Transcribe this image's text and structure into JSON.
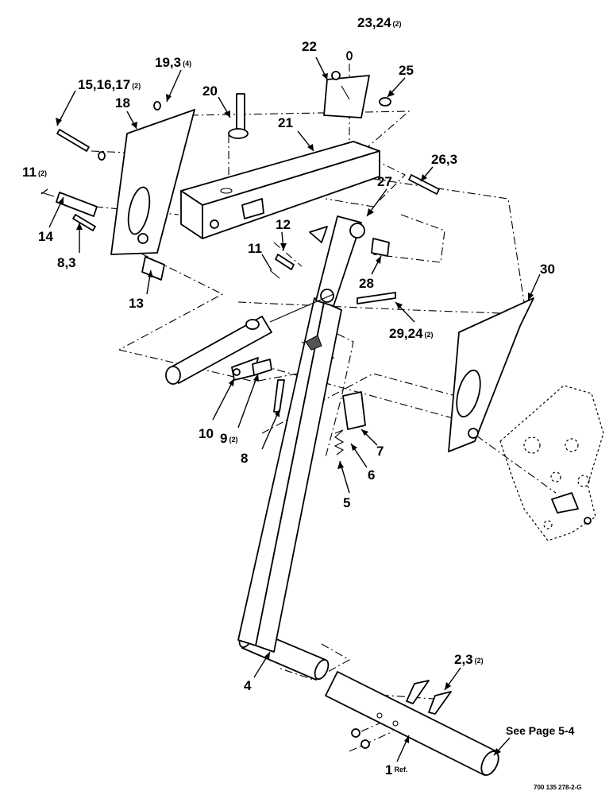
{
  "callouts": {
    "c1": "1",
    "c1_ref": "Ref.",
    "c2": "2,3",
    "c2_qty": "(2)",
    "c4": "4",
    "c5": "5",
    "c6": "6",
    "c7": "7",
    "c8_lower": "8",
    "c8_upper": "8,3",
    "c9": "9",
    "c9_qty": "(2)",
    "c10": "10",
    "c11_left": "11",
    "c11_left_qty": "(2)",
    "c11_mid": "11",
    "c12": "12",
    "c13": "13",
    "c14": "14",
    "c15": "15,16,17",
    "c15_qty": "(2)",
    "c18": "18",
    "c19": "19,3",
    "c19_qty": "(4)",
    "c20": "20",
    "c21": "21",
    "c22": "22",
    "c23": "23,24",
    "c23_qty": "(2)",
    "c25": "25",
    "c26": "26,3",
    "c27": "27",
    "c28": "28",
    "c29": "29,24",
    "c29_qty": "(2)",
    "c30": "30"
  },
  "see_page": "See Page 5-4",
  "drawing_number": "700 135 278-2-G"
}
